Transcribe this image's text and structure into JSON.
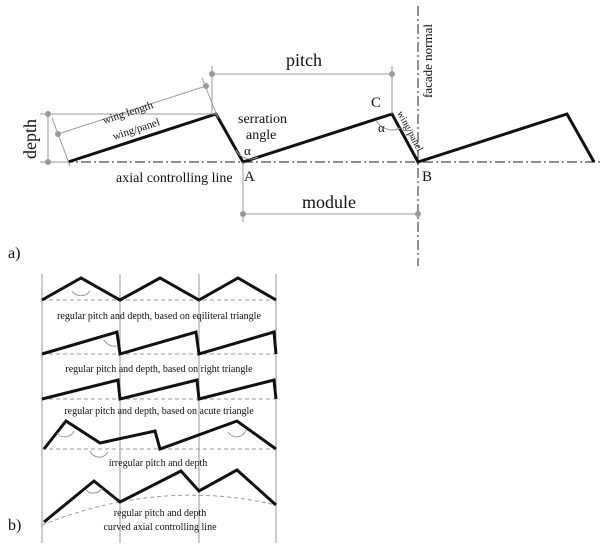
{
  "panel_a": {
    "tag": "a)",
    "labels": {
      "pitch": "pitch",
      "depth": "depth",
      "wing_length": "wing length",
      "wing_panel": "wing/panel",
      "wing_panel_short": "wing/panel",
      "serration_angle_1": "serration",
      "serration_angle_2": "angle",
      "alpha": "α",
      "alpha_c": "α",
      "point_a": "A",
      "point_b": "B",
      "point_c": "C",
      "axial_line": "axial controlling line",
      "module": "module",
      "facade_normal": "facade normal"
    }
  },
  "panel_b": {
    "tag": "b)",
    "captions": [
      "regular pitch and depth, based on eqiliteral triangle",
      "regular pitch and depth, based on right triangle",
      "regular pitch and depth, based on acute triangle",
      "irregular pitch and depth",
      "regular pitch and depth",
      "curved axial controlling line"
    ]
  }
}
